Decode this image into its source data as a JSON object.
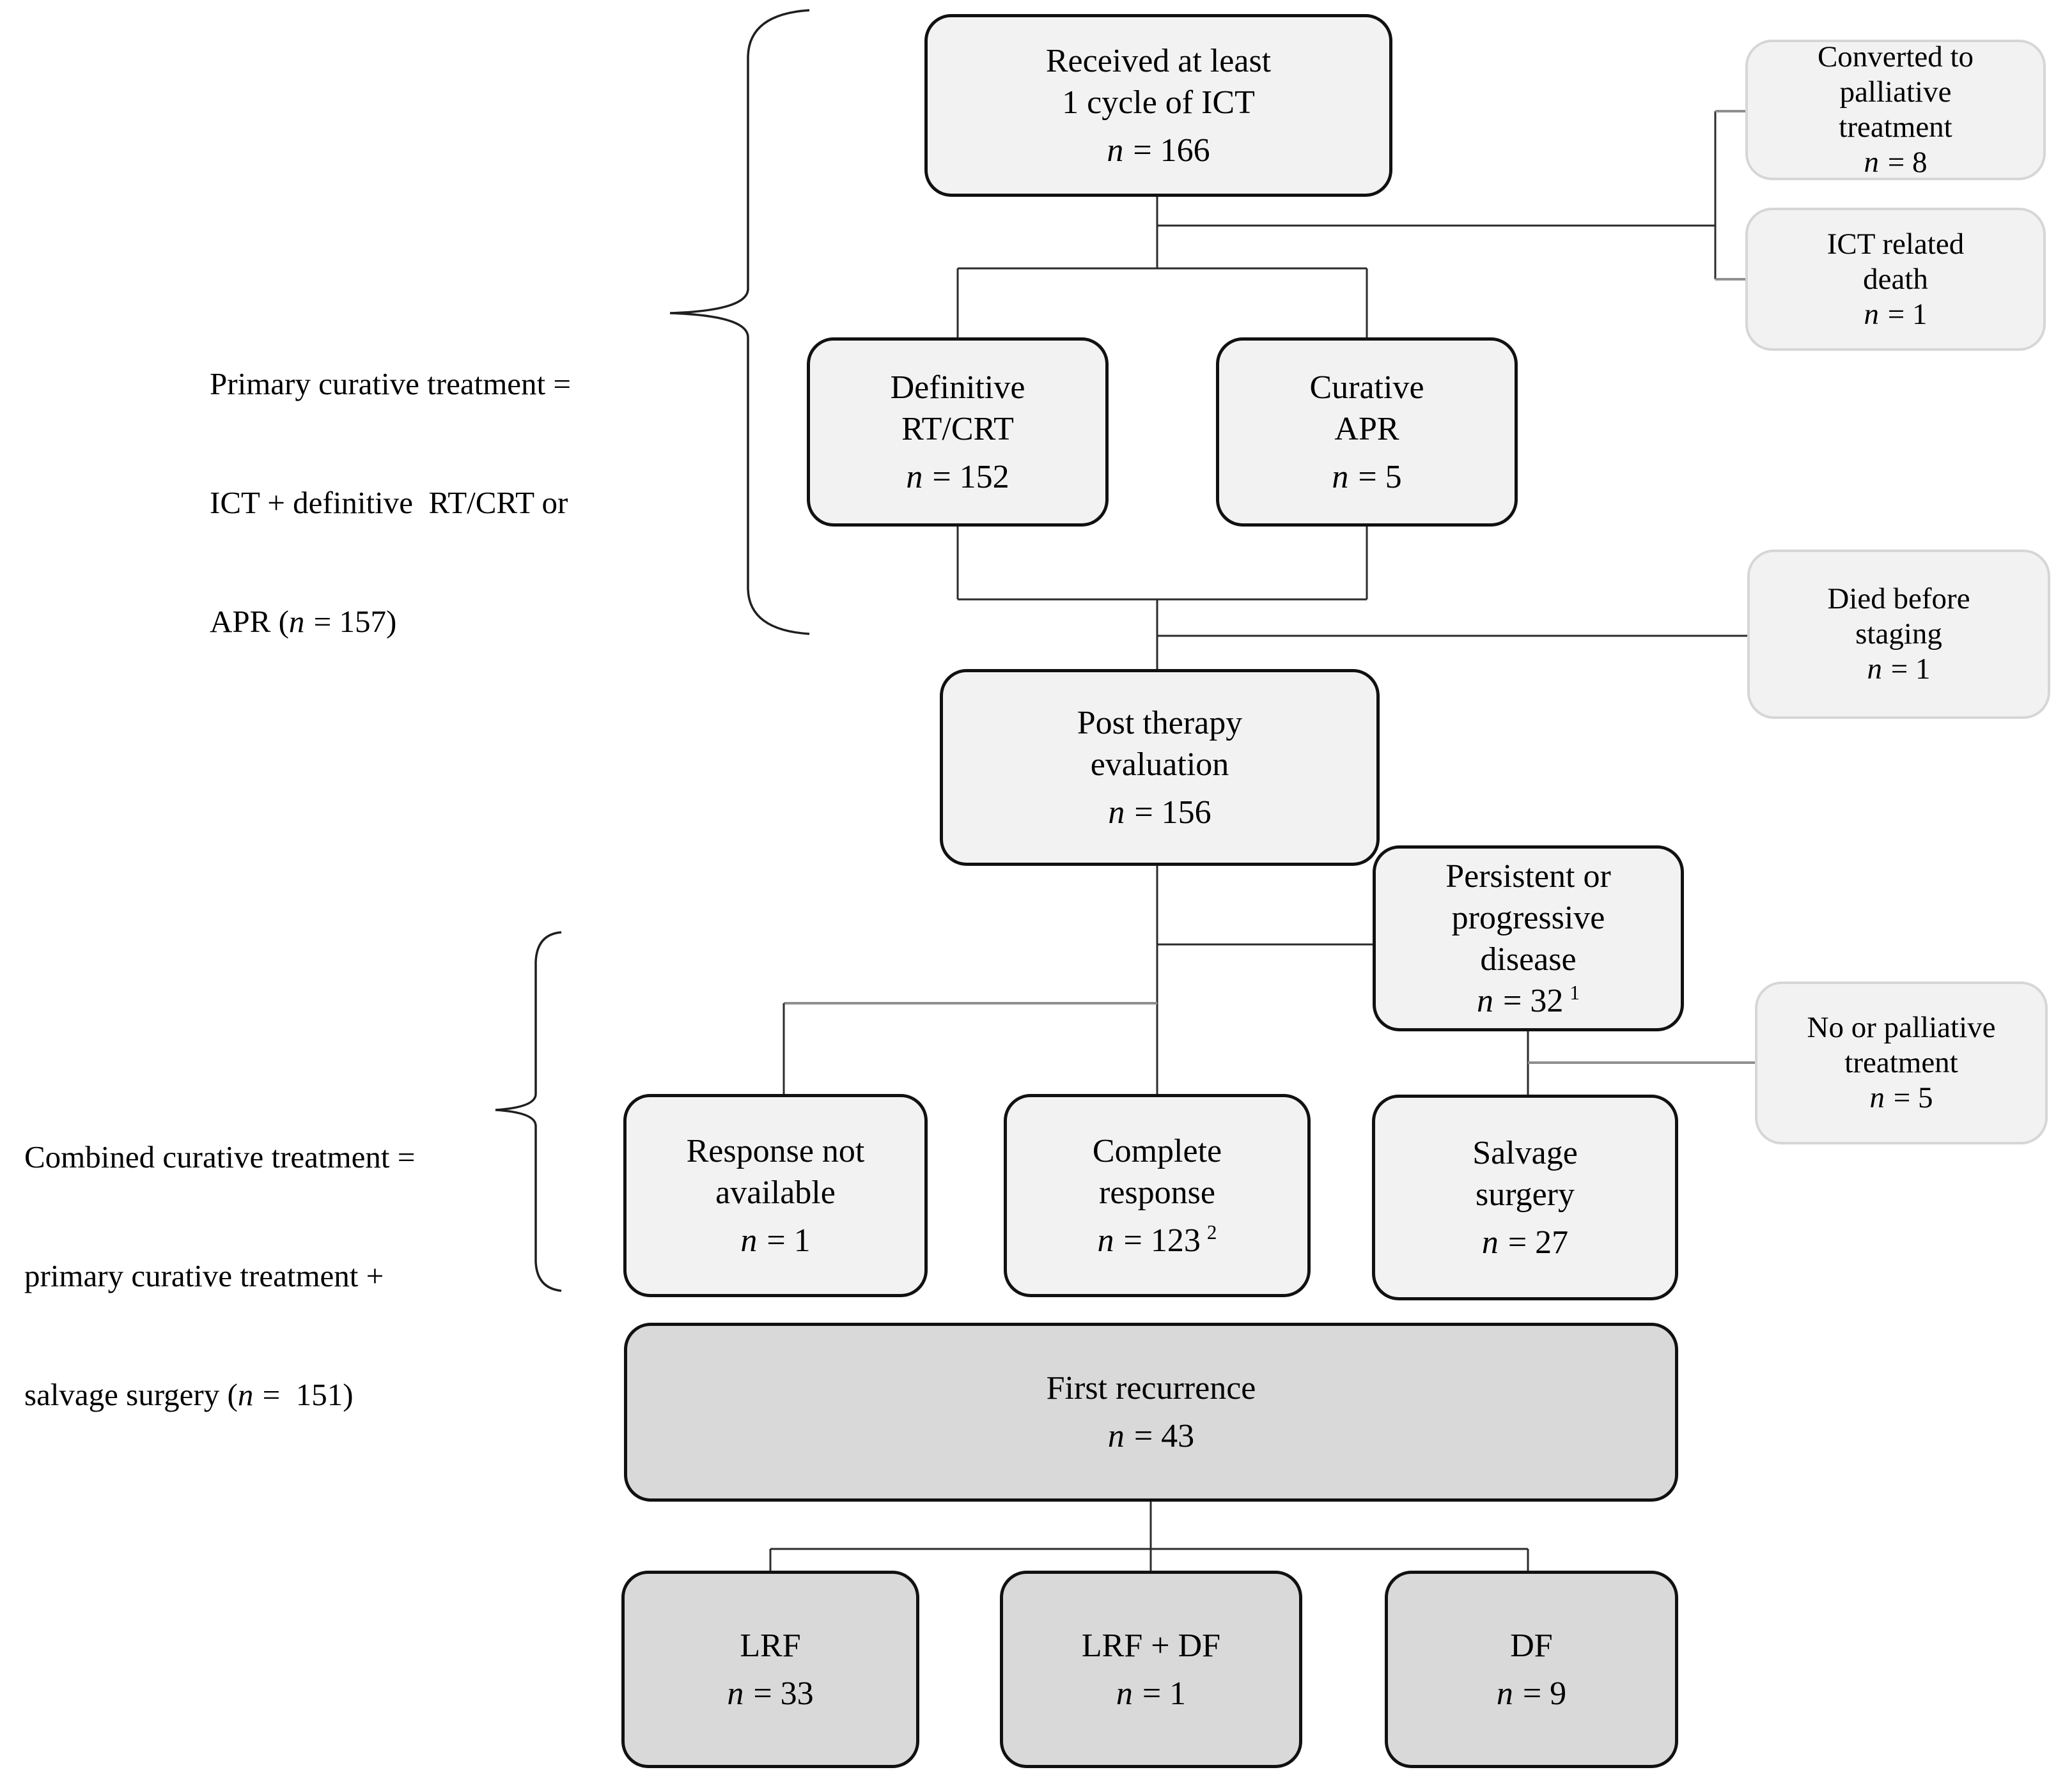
{
  "colors": {
    "box_light": "#f2f2f2",
    "box_dark": "#d9d9d9",
    "border_dark": "#111111",
    "border_light": "#d6d6d6"
  },
  "boxes": {
    "received_ict": {
      "lines": [
        "Received at least",
        "1 cycle of ICT"
      ],
      "n": "n",
      "value": " = 166"
    },
    "converted_palliative": {
      "lines": [
        "Converted to",
        "palliative",
        "treatment"
      ],
      "n": "n",
      "value": " = 8"
    },
    "ict_related_death": {
      "lines": [
        "ICT related",
        "death"
      ],
      "n": "n",
      "value": " = 1"
    },
    "definitive_rtcrt": {
      "lines": [
        "Definitive",
        "RT/CRT"
      ],
      "n": "n",
      "value": " = 152"
    },
    "curative_apr": {
      "lines": [
        "Curative",
        "APR"
      ],
      "n": "n",
      "value": " = 5"
    },
    "died_before_staging": {
      "lines": [
        "Died before",
        "staging"
      ],
      "n": "n",
      "value": " = 1"
    },
    "post_therapy": {
      "lines": [
        "Post therapy",
        "evaluation"
      ],
      "n": "n",
      "value": " = 156"
    },
    "persistent_progressive": {
      "lines": [
        "Persistent or",
        "progressive",
        "disease"
      ],
      "n": "n",
      "value": " = 32",
      "sup": "1"
    },
    "response_not_available": {
      "lines": [
        "Response not",
        "available"
      ],
      "n": "n",
      "value": " = 1"
    },
    "complete_response": {
      "lines": [
        "Complete",
        "response"
      ],
      "n": "n",
      "value": " = 123",
      "sup": "2"
    },
    "salvage_surgery": {
      "lines": [
        "Salvage",
        "surgery"
      ],
      "n": "n",
      "value": " = 27"
    },
    "no_palliative": {
      "lines": [
        "No or palliative",
        "treatment"
      ],
      "n": "n",
      "value": " = 5"
    },
    "first_recurrence": {
      "lines": [
        "First recurrence"
      ],
      "n": "n",
      "value": " = 43"
    },
    "lrf": {
      "lines": [
        "LRF"
      ],
      "n": "n",
      "value": " = 33"
    },
    "lrf_df": {
      "lines": [
        "LRF + DF"
      ],
      "n": "n",
      "value": " = 1"
    },
    "df": {
      "lines": [
        "DF"
      ],
      "n": "n",
      "value": " = 9"
    }
  },
  "annotations": {
    "primary": {
      "lines": [
        "Primary curative treatment =",
        "ICT + definitive  RT/CRT or"
      ],
      "tail_pre": "APR (",
      "tail_n": "n",
      "tail_post": " = 157)"
    },
    "combined": {
      "lines": [
        "Combined curative treatment =",
        "primary curative treatment +"
      ],
      "tail_pre": "salvage surgery (",
      "tail_n": "n",
      "tail_post": " =  151)"
    }
  }
}
